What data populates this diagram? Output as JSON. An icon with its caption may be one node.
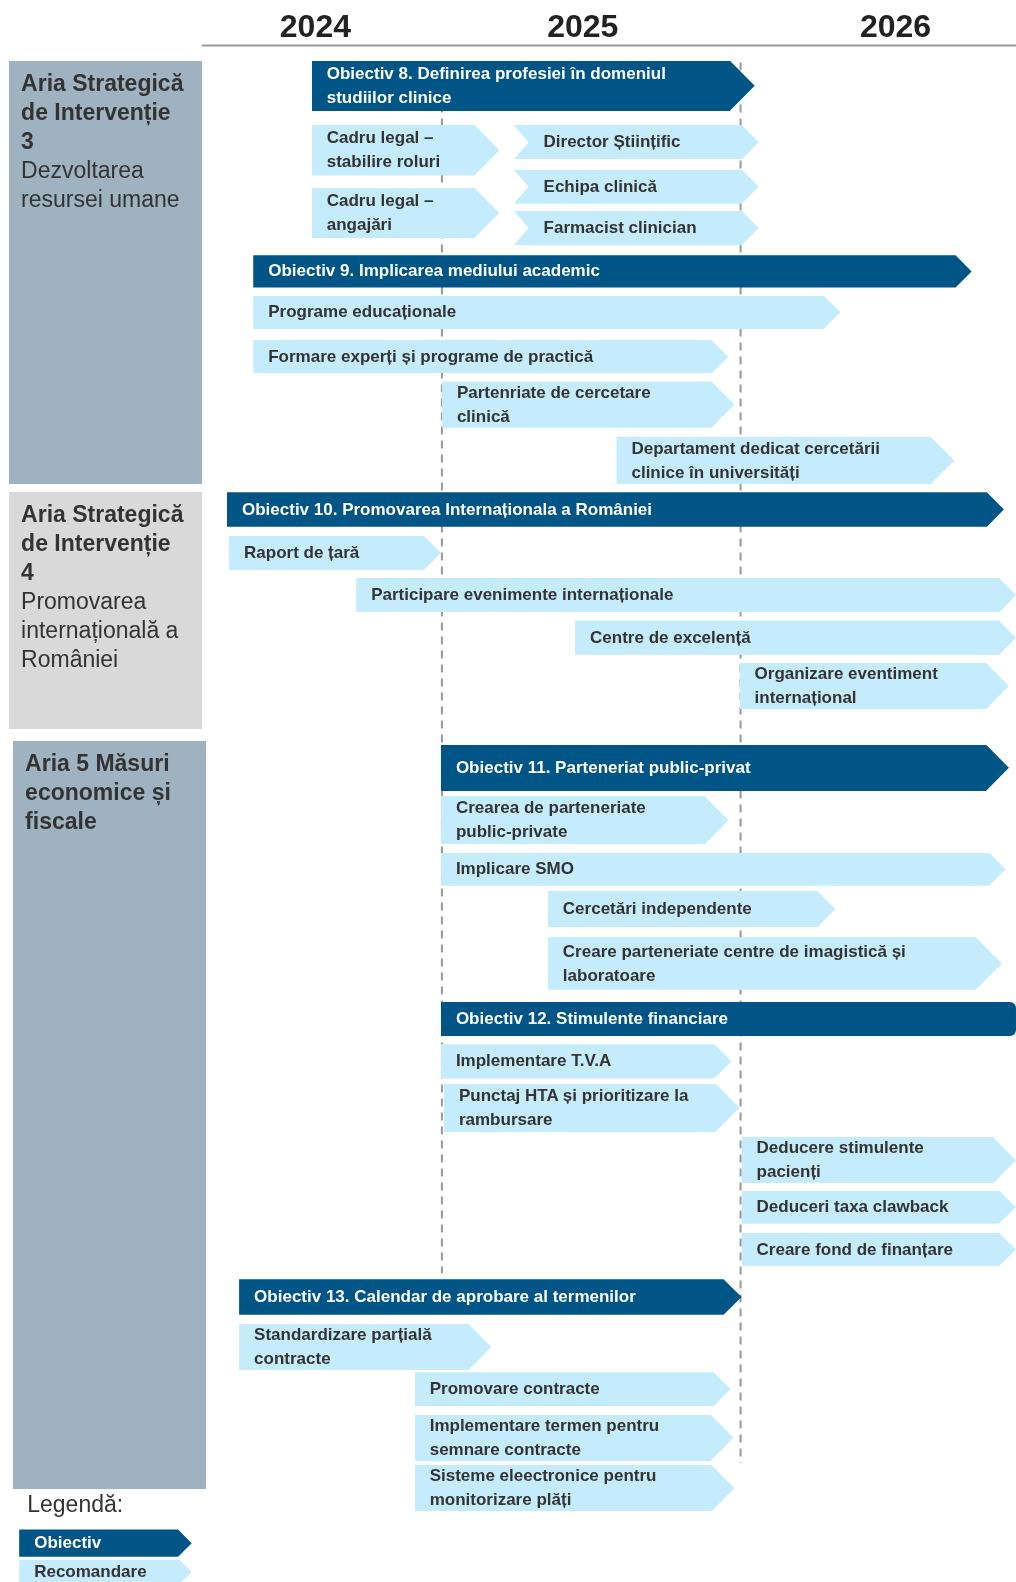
{
  "diagram": {
    "nodes": [
      {
        "text": [
          "Aria Strategică de Intervenție 3",
          "Dezvoltarea resursei umane"
        ]
      },
      {
        "text": [
          "Obiectiv 8. Definirea profesiei în domeniul studiilor clinice"
        ]
      },
      {
        "text": [
          "Cadru legal  – stabilire roluri"
        ]
      },
      {
        "text": [
          "Cadru legal – angajări"
        ]
      },
      {
        "text": [
          "Director Științific"
        ]
      },
      {
        "text": [
          "Echipa clinică"
        ]
      },
      {
        "text": [
          "Farmacist clinician"
        ]
      },
      {
        "text": [
          "Obiectiv 9. Implicarea mediului academic"
        ]
      },
      {
        "text": [
          "Programe educaționale"
        ]
      },
      {
        "text": [
          "Formare experți și programe de practică"
        ]
      },
      {
        "text": [
          "Partenriate de cercetare clinică"
        ]
      },
      {
        "text": [
          "Departament dedicat cercetării clinice în  universități"
        ]
      },
      {
        "text": [
          "Aria Strategică de Intervenție 4",
          "Promovarea internațională a României"
        ]
      },
      {
        "text": [
          "Obiectiv 10. Promovarea Internaționala a României"
        ]
      },
      {
        "text": [
          "Raport de țară"
        ]
      },
      {
        "text": [
          "Participare evenimente internaționale"
        ]
      },
      {
        "text": [
          "Centre de excelență"
        ]
      },
      {
        "text": [
          "Organizare eventiment internațional"
        ]
      },
      {
        "text": [
          "Aria 5 Măsuri economice și fiscale"
        ]
      },
      {
        "text": [
          "Obiectiv 11. Parteneriat public-privat"
        ]
      },
      {
        "text": [
          "Crearea de parteneriate public-private"
        ]
      },
      {
        "text": [
          "Implicare SMO"
        ]
      },
      {
        "text": [
          "Cercetări independente"
        ]
      },
      {
        "text": [
          "Creare parteneriate centre de imagistică și laboratoare"
        ]
      },
      {
        "text": [
          "Obiectiv 12. Stimulente financiare"
        ]
      },
      {
        "text": [
          "Implementare T.V.A"
        ]
      },
      {
        "text": [
          "Punctaj HTA și prioritizare la rambursare"
        ]
      },
      {
        "text": [
          "Deducere stimulente pacienți"
        ]
      },
      {
        "text": [
          "Deduceri taxa clawback"
        ]
      },
      {
        "text": [
          "Creare fond de finanțare"
        ]
      },
      {
        "text": [
          "Obiectiv 13. Calendar de aprobare al termenilor"
        ]
      },
      {
        "text": [
          "Standardizare parțială contracte"
        ]
      },
      {
        "text": [
          "Promovare contracte"
        ]
      },
      {
        "text": [
          "Implementare termen pentru semnare contracte"
        ]
      },
      {
        "text": [
          "Sisteme eleectronice pentru monitorizare plăți"
        ]
      }
    ],
    "labels": [
      "2024",
      "2025",
      "2026",
      "Legendă:"
    ],
    "legend": [
      {
        "text": "Obiectiv",
        "color": "#005587"
      },
      {
        "text": "Recomandare",
        "color": "#c5ecfc"
      }
    ]
  }
}
